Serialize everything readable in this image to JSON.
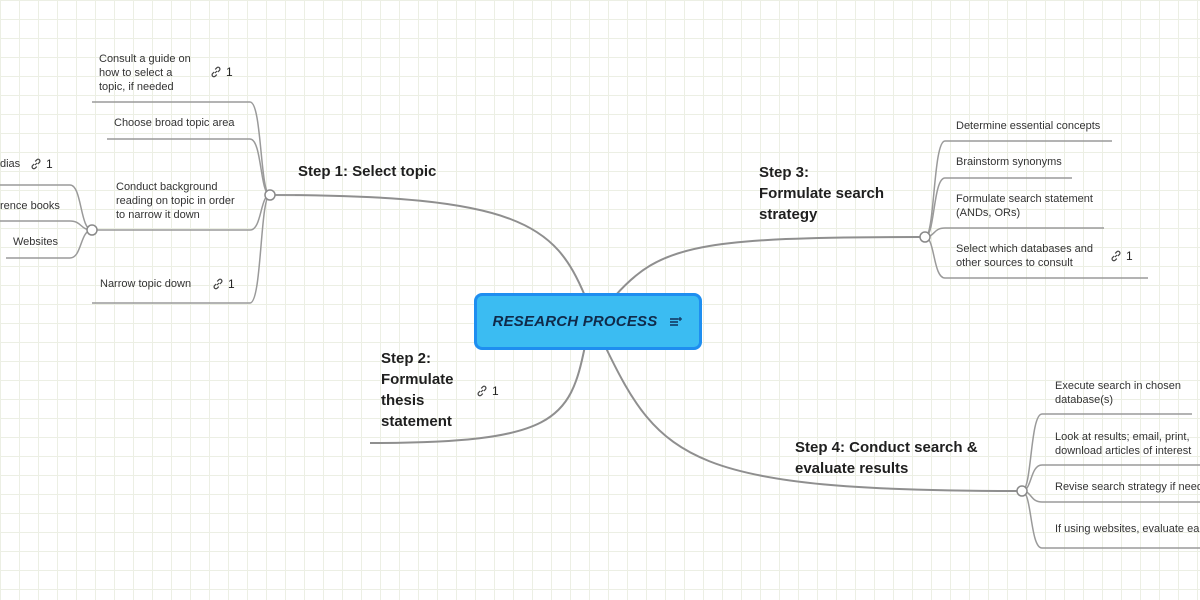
{
  "central": {
    "title": "RESEARCH PROCESS",
    "icon": "notes-icon"
  },
  "step1": {
    "title": "Step 1: Select topic",
    "items": [
      {
        "text": "Consult a guide on\nhow to select a\ntopic, if needed",
        "links": "1"
      },
      {
        "text": "Choose broad topic area"
      },
      {
        "text": "Conduct background\nreading on topic in order\nto narrow it down"
      },
      {
        "text": "Narrow topic down",
        "links": "1"
      }
    ],
    "subitems": [
      {
        "text": "dias",
        "links": "1"
      },
      {
        "text": "rence books"
      },
      {
        "text": "Websites"
      }
    ]
  },
  "step2": {
    "title": "Step 2:\nFormulate\nthesis\nstatement",
    "links": "1"
  },
  "step3": {
    "title": "Step 3:\nFormulate search\nstrategy",
    "items": [
      {
        "text": "Determine essential concepts"
      },
      {
        "text": "Brainstorm synonyms"
      },
      {
        "text": "Formulate search statement\n(ANDs, ORs)"
      },
      {
        "text": "Select which databases and\nother sources to consult",
        "links": "1"
      }
    ]
  },
  "step4": {
    "title": "Step 4: Conduct search &\nevaluate results",
    "items": [
      {
        "text": "Execute search in chosen\ndatabase(s)"
      },
      {
        "text": "Look at results; email, print,\ndownload articles of interest"
      },
      {
        "text": "Revise search strategy if neede"
      },
      {
        "text": "If using websites, evaluate ea"
      }
    ]
  }
}
